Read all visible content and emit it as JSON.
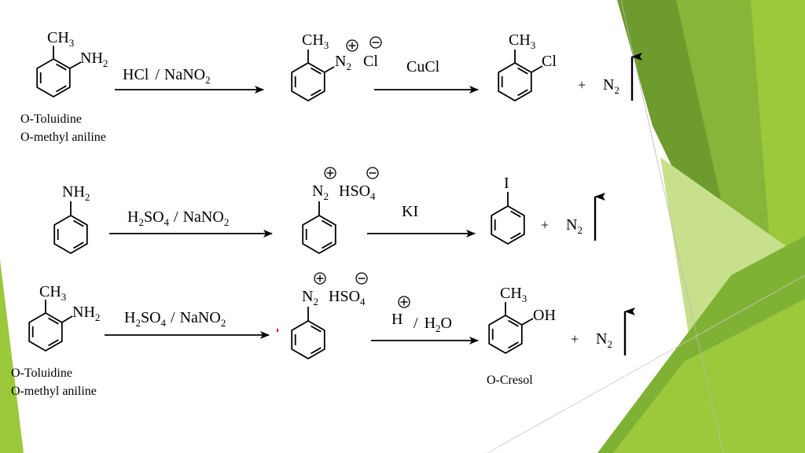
{
  "colors": {
    "background": "#ffffff",
    "green_light": "#cfe3a0",
    "green_mid": "#9cc83c",
    "green_dark": "#6e9b2e",
    "green_shadow": "#5c8a28",
    "ink": "#000000",
    "mark": "#e00000"
  },
  "symbols": {
    "plus": "+",
    "minus": "−",
    "slash": "/",
    "sub2": "2",
    "sub3": "3",
    "sub4": "4"
  },
  "reactions": [
    {
      "reactant": {
        "substituent": "CH",
        "amine": "NH",
        "name_line1": "O-Toluidine",
        "name_line2": "O-methyl aniline"
      },
      "reagent1": {
        "acid": "HCl",
        "nitrite": "NaNO"
      },
      "intermediate": {
        "substituent": "CH",
        "diazonium": "N",
        "counter_ion": "Cl"
      },
      "reagent2": "CuCl",
      "product": {
        "substituent": "CH",
        "group": "Cl"
      },
      "byproduct": "N",
      "plus_sign": "+"
    },
    {
      "reactant": {
        "amine": "NH"
      },
      "reagent1": {
        "acid": "H",
        "acid_rest": "SO",
        "nitrite": "NaNO"
      },
      "intermediate": {
        "diazonium": "N",
        "counter_ion": "HSO"
      },
      "reagent2": "KI",
      "product": {
        "group": "I"
      },
      "byproduct": "N",
      "plus_sign": "+"
    },
    {
      "reactant": {
        "substituent": "CH",
        "amine": "NH",
        "name_line1": "O-Toluidine",
        "name_line2": "O-methyl aniline"
      },
      "reagent1": {
        "acid": "H",
        "acid_rest": "SO",
        "nitrite": "NaNO"
      },
      "intermediate": {
        "diazonium": "N",
        "counter_ion": "HSO"
      },
      "reagent2": {
        "proton": "H",
        "water": "H",
        "water_rest": "O"
      },
      "product": {
        "substituent": "CH",
        "group": "OH",
        "name": "O-Cresol"
      },
      "byproduct": "N",
      "plus_sign": "+"
    }
  ]
}
